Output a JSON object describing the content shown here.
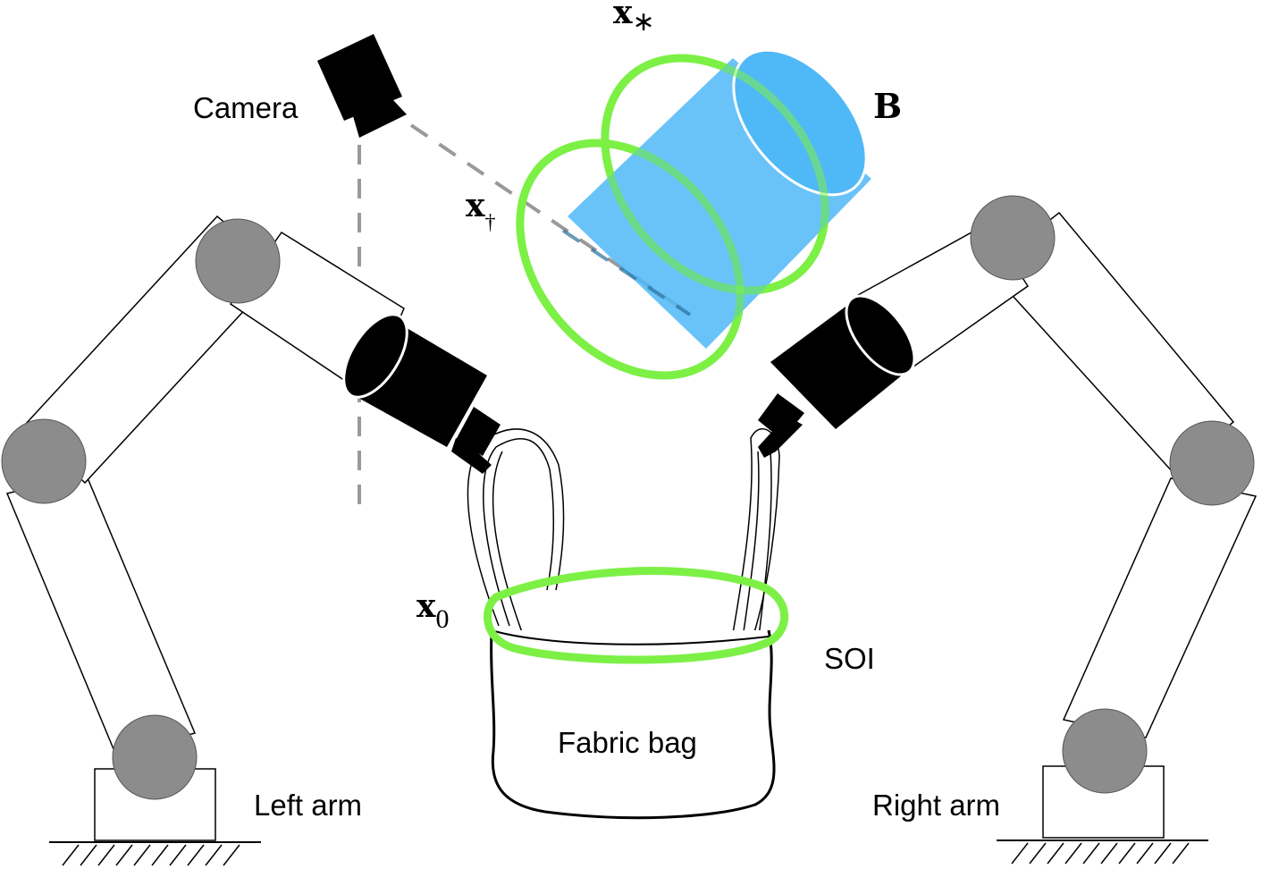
{
  "labels": {
    "camera": "Camera",
    "x_star_base": "x",
    "x_star_sub": "∗",
    "x_dagger_base": "x",
    "x_dagger_sub": "†",
    "x_zero_base": "x",
    "x_zero_sub": "0",
    "b": "B",
    "soi": "SOI",
    "fabric_bag": "Fabric bag",
    "left_arm": "Left arm",
    "right_arm": "Right arm"
  },
  "colors": {
    "ring_green": "#7DF046",
    "cylinder_blue": "#4FB8F7",
    "joint_gray": "#8C8C8C",
    "gripper_black": "#000000",
    "dashed_gray": "#999999"
  }
}
